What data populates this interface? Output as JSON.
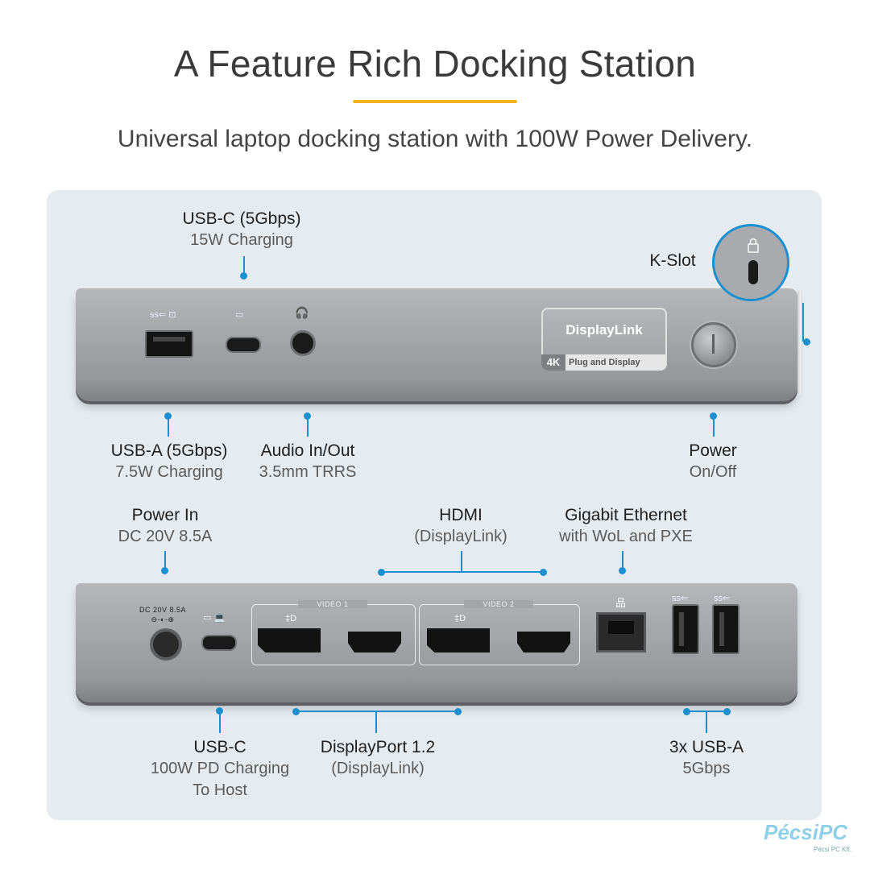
{
  "header": {
    "title": "A Feature Rich Docking Station",
    "subtitle": "Universal laptop docking station with 100W Power Delivery."
  },
  "colors": {
    "accent_underline": "#f2b51c",
    "callout_line": "#1d8fd0",
    "panel_bg": "#e6ebef"
  },
  "front_labels": {
    "usbc_top": {
      "main": "USB-C (5Gbps)",
      "sub": "15W Charging"
    },
    "kslot": {
      "main": "K-Slot"
    },
    "usba": {
      "main": "USB-A (5Gbps)",
      "sub": "7.5W Charging"
    },
    "audio": {
      "main": "Audio In/Out",
      "sub": "3.5mm TRRS"
    },
    "power": {
      "main": "Power",
      "sub": "On/Off"
    }
  },
  "front_device": {
    "displaylink_logo": "DisplayLink",
    "badge_4k": "4K",
    "badge_text": "Plug and Display"
  },
  "rear_labels": {
    "power_in": {
      "main": "Power In",
      "sub": "DC 20V 8.5A"
    },
    "hdmi": {
      "main": "HDMI",
      "sub": "(DisplayLink)"
    },
    "ethernet": {
      "main": "Gigabit Ethernet",
      "sub": "with WoL and PXE"
    },
    "usbc_host": {
      "main": "USB-C",
      "sub1": "100W PD Charging",
      "sub2": "To Host"
    },
    "displayport": {
      "main": "DisplayPort 1.2",
      "sub": "(DisplayLink)"
    },
    "usba_rear": {
      "main": "3x USB-A",
      "sub": "5Gbps"
    }
  },
  "rear_device": {
    "dc_label": "DC 20V 8.5A",
    "video1": "VIDEO 1",
    "video2": "VIDEO 2"
  },
  "icons": [
    "lock-icon",
    "ss-usb-icon",
    "headphone-icon",
    "ethernet-icon",
    "displayport-icon",
    "laptop-icon"
  ],
  "watermark": {
    "brand": "PécsiPC",
    "sub": "Pécsi PC Kft."
  }
}
